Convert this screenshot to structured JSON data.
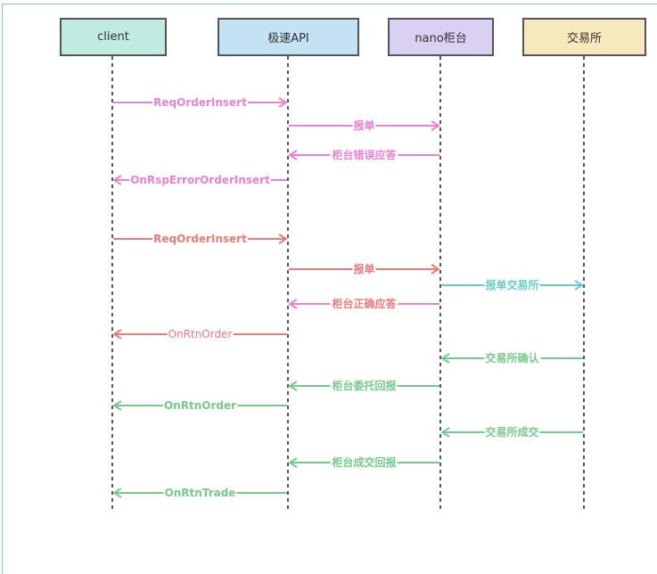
{
  "diagram": {
    "type": "sequence",
    "actors": [
      {
        "id": "client",
        "label": "client",
        "fill": "#c0ebe3"
      },
      {
        "id": "api",
        "label": "极速API",
        "fill": "#c5e1f4"
      },
      {
        "id": "nano",
        "label": "nano柜台",
        "fill": "#d9d0f2"
      },
      {
        "id": "exchange",
        "label": "交易所",
        "fill": "#f7e9bd"
      }
    ],
    "colors": {
      "pink": "#e782d3",
      "red": "#e77a7a",
      "teal": "#6ccac8",
      "green": "#76c98a",
      "lifeline": "#555555",
      "frame": "#8fbce6"
    },
    "messages": [
      {
        "label": "ReqOrderInsert",
        "from": "client",
        "to": "api",
        "line_color": "pink",
        "text_color": "pink",
        "bold": true
      },
      {
        "label": "报单",
        "from": "api",
        "to": "nano",
        "line_color": "pink",
        "text_color": "pink",
        "bold": true
      },
      {
        "label": "柜台错误应答",
        "from": "nano",
        "to": "api",
        "line_color": "pink",
        "text_color": "pink",
        "bold": true
      },
      {
        "label": "OnRspErrorOrderInsert",
        "from": "api",
        "to": "client",
        "line_color": "pink",
        "text_color": "pink",
        "bold": true
      },
      {
        "label": "ReqOrderInsert",
        "from": "client",
        "to": "api",
        "line_color": "red",
        "text_color": "red",
        "bold": true
      },
      {
        "label": "报单",
        "from": "api",
        "to": "nano",
        "line_color": "red",
        "text_color": "red",
        "bold": true
      },
      {
        "label": "报单交易所",
        "from": "nano",
        "to": "exchange",
        "line_color": "teal",
        "text_color": "teal",
        "bold": true
      },
      {
        "label": "柜台正确应答",
        "from": "nano",
        "to": "api",
        "line_color": "pink",
        "text_color": "red",
        "bold": true
      },
      {
        "label": "OnRtnOrder",
        "from": "api",
        "to": "client",
        "line_color": "red",
        "text_color": "red",
        "bold": false
      },
      {
        "label": "交易所确认",
        "from": "exchange",
        "to": "nano",
        "line_color": "green",
        "text_color": "green",
        "bold": true
      },
      {
        "label": "柜台委托回报",
        "from": "nano",
        "to": "api",
        "line_color": "green",
        "text_color": "green",
        "bold": true
      },
      {
        "label": "OnRtnOrder",
        "from": "api",
        "to": "client",
        "line_color": "green",
        "text_color": "green",
        "bold": true
      },
      {
        "label": "交易所成交",
        "from": "exchange",
        "to": "nano",
        "line_color": "green",
        "text_color": "green",
        "bold": true
      },
      {
        "label": "柜台成交回报",
        "from": "nano",
        "to": "api",
        "line_color": "green",
        "text_color": "green",
        "bold": true
      },
      {
        "label": "OnRtnTrade",
        "from": "api",
        "to": "client",
        "line_color": "green",
        "text_color": "green",
        "bold": true
      }
    ]
  }
}
